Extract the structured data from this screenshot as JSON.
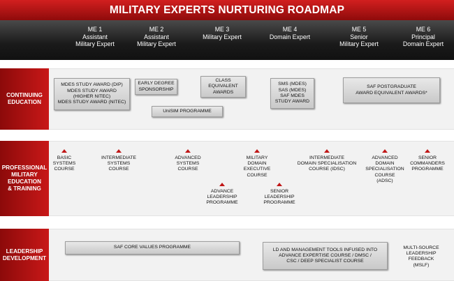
{
  "title": "MILITARY EXPERTS NURTURING ROADMAP",
  "stages": [
    {
      "id": "me1",
      "lines": [
        "ME 1",
        "Assistant",
        "Military Expert"
      ]
    },
    {
      "id": "me2",
      "lines": [
        "ME 2",
        "Assistant",
        "Military Expert"
      ]
    },
    {
      "id": "me3",
      "lines": [
        "ME 3",
        "Military Expert"
      ]
    },
    {
      "id": "me4",
      "lines": [
        "ME 4",
        "Domain Expert"
      ]
    },
    {
      "id": "me5",
      "lines": [
        "ME 5",
        "Senior",
        "Military Expert"
      ]
    },
    {
      "id": "me6",
      "lines": [
        "ME 6",
        "Principal",
        "Domain Expert"
      ]
    }
  ],
  "sections": {
    "continuing": {
      "label": [
        "CONTINUING",
        "EDUCATION"
      ],
      "items": {
        "mdes": [
          "MDES STUDY AWARD (DIP)",
          "MDES STUDY AWARD",
          "(HIGHER NITEC)",
          "MDES STUDY AWARD (NITEC)"
        ],
        "early": [
          "EARLY DEGREE",
          "SPONSORSHIP"
        ],
        "unisim": [
          "UniSIM PROGRAMME"
        ],
        "class_eq": [
          "CLASS",
          "EQUIVALENT",
          "AWARDS"
        ],
        "sms": [
          "SMS (MDES)",
          "SAS (MDES)",
          "SAF MDES",
          "STUDY AWARD"
        ],
        "saf_pg": [
          "SAF POSTGRADUATE",
          "AWARD EQUIVALENT AWARDS*"
        ]
      }
    },
    "pme": {
      "label": [
        "PROFESSIONAL",
        "MILITARY",
        "EDUCATION",
        "& TRAINING"
      ],
      "courses": {
        "basic": [
          "BASIC",
          "SYSTEMS",
          "COURSE"
        ],
        "intermediate": [
          "INTERMEDIATE",
          "SYSTEMS",
          "COURSE"
        ],
        "advanced": [
          "ADVANCED",
          "SYSTEMS",
          "COURSE"
        ],
        "mdec": [
          "MILITARY",
          "DOMAIN",
          "EXECUTIVE",
          "COURSE"
        ],
        "idsc": [
          "INTERMEDIATE",
          "DOMAIN SPECIALISATION",
          "COURSE (IDSC)"
        ],
        "adsc": [
          "ADVANCED",
          "DOMAIN",
          "SPECIALISATION",
          "COURSE",
          "(ADSC)"
        ],
        "scp": [
          "SENIOR",
          "COMMANDERS",
          "PROGRAMME"
        ],
        "alp": [
          "ADVANCE",
          "LEADERSHIP",
          "PROGRAMME"
        ],
        "slp": [
          "SENIOR",
          "LEADERSHIP",
          "PROGRAMME"
        ]
      }
    },
    "leadership": {
      "label": [
        "LEADERSHIP",
        "DEVELOPMENT"
      ],
      "items": {
        "core_values": [
          "SAF CORE VALUES PROGRAMME"
        ],
        "ld_tools": [
          "LD AND MANAGEMENT TOOLS INFUSED INTO",
          "ADVANCE EXPERTISE COURSE / DMSC /",
          "CSC / DEEP SPECIALIST COURSE"
        ],
        "msf": [
          "MULTI-SOURCE",
          "LEADERSHIP",
          "FEEDBACK",
          "(MSLF)"
        ]
      }
    }
  },
  "colors": {
    "title_red": "#c01616",
    "header_dark": "#1a1a1a",
    "box_grey": "#d6d6d6",
    "marker_red": "#c01616"
  }
}
